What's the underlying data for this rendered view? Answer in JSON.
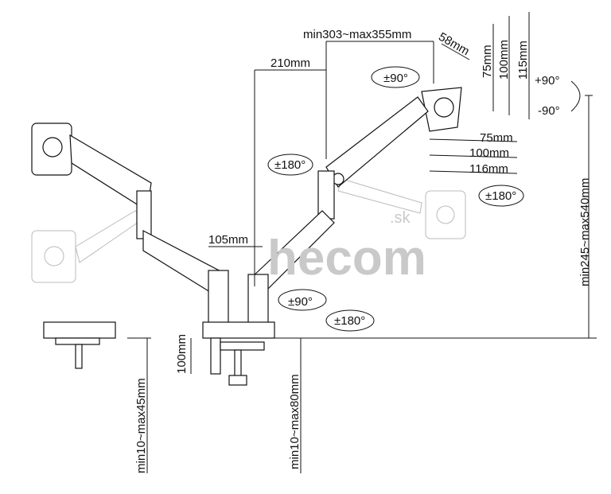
{
  "watermark": {
    "brand": "hecom",
    "suffix": ".sk"
  },
  "dimensions": {
    "arm_extension": "min303~max355mm",
    "vesa_offset": "58mm",
    "vesa_v75": "75mm",
    "vesa_v100": "100mm",
    "vesa_v115": "115mm",
    "forearm": "210mm",
    "vesa_h75": "75mm",
    "vesa_h100": "100mm",
    "vesa_h116": "116mm",
    "lower_arm": "105mm",
    "height_range": "min245~max540mm",
    "clamp_height": "100mm",
    "grommet_range": "min10~max45mm",
    "clamp_range": "min10~max80mm"
  },
  "rotations": {
    "swivel_top": "±90°",
    "tilt_up": "+90°",
    "tilt_down": "-90°",
    "rotate_elbow": "±180°",
    "rotate_head": "±180°",
    "base_swivel": "±90°",
    "base_rotate": "±180°"
  }
}
